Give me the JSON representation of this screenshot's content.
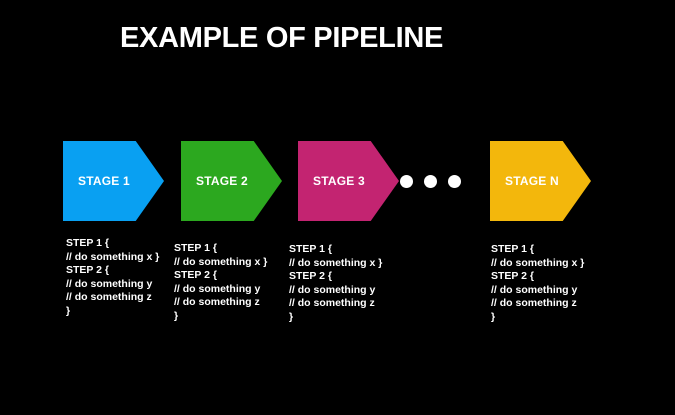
{
  "title": "EXAMPLE OF PIPELINE",
  "colors": {
    "background": "#000000",
    "text": "#ffffff",
    "dot": "#ffffff"
  },
  "stages": [
    {
      "label": "STAGE 1",
      "color": "#09A0F2",
      "code": "STEP 1 {\n// do something x }\nSTEP 2 {\n// do something y\n// do something z\n}"
    },
    {
      "label": "STAGE 2",
      "color": "#2CA81F",
      "code": "STEP 1 {\n// do something x }\nSTEP 2 {\n// do something y\n// do something z\n}"
    },
    {
      "label": "STAGE 3",
      "color": "#C32471",
      "code": "STEP 1 {\n// do something x }\nSTEP 2 {\n// do something y\n// do something z\n}"
    },
    {
      "label": "STAGE N",
      "color": "#F3B70C",
      "code": "STEP 1 {\n// do something x }\nSTEP 2 {\n// do something y\n// do something z\n}"
    }
  ],
  "ellipsis": {
    "count": 3
  }
}
